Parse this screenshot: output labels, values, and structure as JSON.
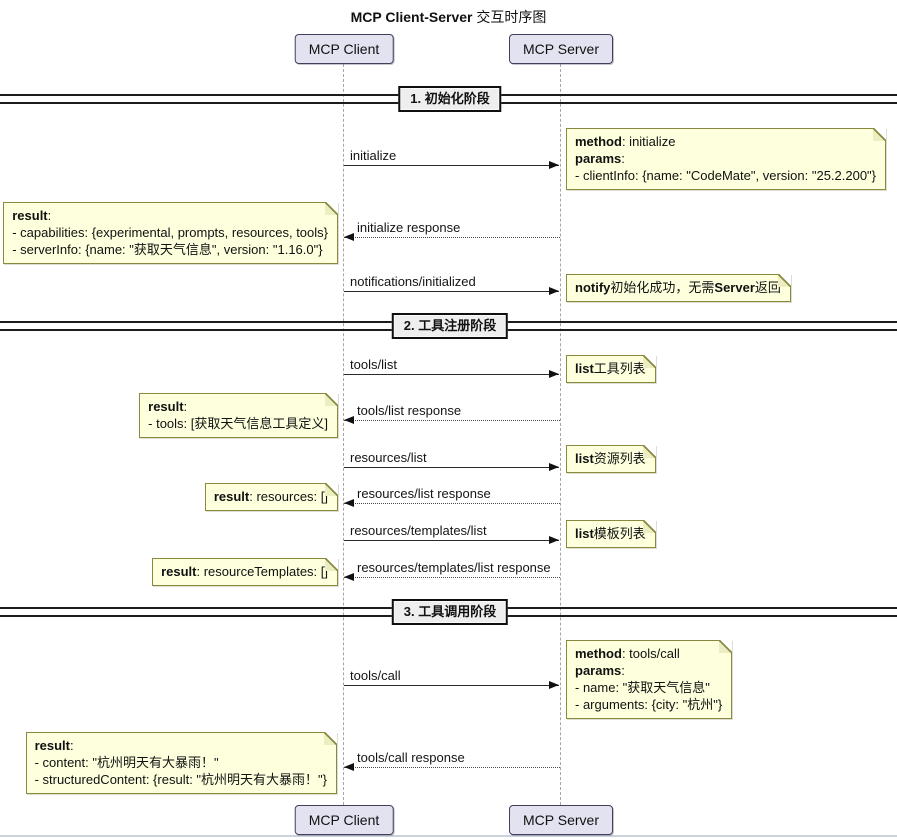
{
  "title": {
    "bold": "MCP Client-Server",
    "rest": " 交互时序图"
  },
  "participants": {
    "client": "MCP Client",
    "server": "MCP Server"
  },
  "dividers": {
    "d1": "1. 初始化阶段",
    "d2": "2. 工具注册阶段",
    "d3": "3. 工具调用阶段"
  },
  "messages": {
    "initialize": "initialize",
    "initialize_response": "initialize response",
    "notifications_initialized": "notifications/initialized",
    "tools_list": "tools/list",
    "tools_list_response": "tools/list response",
    "resources_list": "resources/list",
    "resources_list_response": "resources/list response",
    "resources_templates_list": "resources/templates/list",
    "resources_templates_list_response": "resources/templates/list response",
    "tools_call": "tools/call",
    "tools_call_response": "tools/call response"
  },
  "notes": {
    "initialize_request": {
      "lines": [
        [
          {
            "b": "method"
          },
          {
            "t": ": initialize"
          }
        ],
        [
          {
            "b": "params"
          },
          {
            "t": ":"
          }
        ],
        [
          {
            "t": "- clientInfo: {name: \"CodeMate\", version: \"25.2.200\"}"
          }
        ]
      ]
    },
    "initialize_result": {
      "lines": [
        [
          {
            "b": "result"
          },
          {
            "t": ":"
          }
        ],
        [
          {
            "t": "- capabilities: {experimental, prompts, resources, tools}"
          }
        ],
        [
          {
            "t": "- serverInfo: {name: \"获取天气信息\", version: \"1.16.0\"}"
          }
        ]
      ]
    },
    "initialized_notify": {
      "lines": [
        [
          {
            "b": "notify"
          },
          {
            "t": "初始化成功，无需"
          },
          {
            "b": "Server"
          },
          {
            "t": "返回"
          }
        ]
      ]
    },
    "tools_list_note": {
      "lines": [
        [
          {
            "b": "list"
          },
          {
            "t": "工具列表"
          }
        ]
      ]
    },
    "tools_list_result": {
      "lines": [
        [
          {
            "b": "result"
          },
          {
            "t": ":"
          }
        ],
        [
          {
            "t": "- tools: [获取天气信息工具定义]"
          }
        ]
      ]
    },
    "resources_list_note": {
      "lines": [
        [
          {
            "b": "list"
          },
          {
            "t": "资源列表"
          }
        ]
      ]
    },
    "resources_list_result": {
      "lines": [
        [
          {
            "b": "result"
          },
          {
            "t": ": resources: []"
          }
        ]
      ]
    },
    "templates_list_note": {
      "lines": [
        [
          {
            "b": "list"
          },
          {
            "t": "模板列表"
          }
        ]
      ]
    },
    "templates_list_result": {
      "lines": [
        [
          {
            "b": "result"
          },
          {
            "t": ": resourceTemplates: []"
          }
        ]
      ]
    },
    "tools_call_request": {
      "lines": [
        [
          {
            "b": "method"
          },
          {
            "t": ": tools/call"
          }
        ],
        [
          {
            "b": "params"
          },
          {
            "t": ":"
          }
        ],
        [
          {
            "t": "- name: \"获取天气信息\""
          }
        ],
        [
          {
            "t": "- arguments: {city: \"杭州\"}"
          }
        ]
      ]
    },
    "tools_call_result": {
      "lines": [
        [
          {
            "b": "result"
          },
          {
            "t": ":"
          }
        ],
        [
          {
            "t": "- content: \"杭州明天有大暴雨！\""
          }
        ],
        [
          {
            "t": "- structuredContent: {result: \"杭州明天有大暴雨！\"}"
          }
        ]
      ]
    }
  },
  "colors": {
    "note_bg": "#FEFFDD",
    "note_border": "#8A8A3E",
    "participant_bg": "#E2E2F0",
    "divider_bg": "#EEEEEE",
    "lifeline": "#A6A6A6"
  }
}
